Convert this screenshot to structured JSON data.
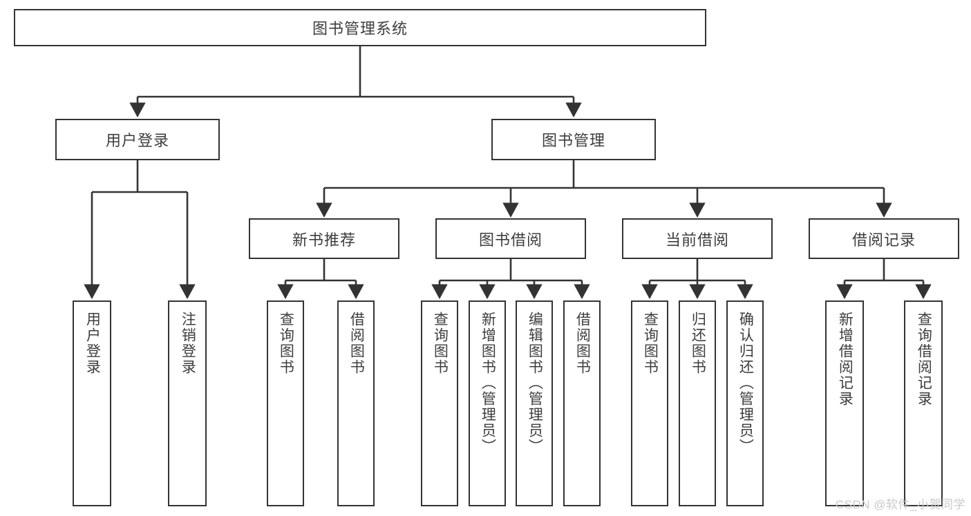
{
  "diagram": {
    "title": "图书管理系统",
    "watermark": "CSDN @软件_小贺同学",
    "accent_color": "#333333",
    "box_fill": "#ffffff",
    "text_color": "#3d3d3d",
    "levels": {
      "root": {
        "label": "图书管理系统"
      },
      "level2": [
        {
          "label": "用户登录"
        },
        {
          "label": "图书管理"
        }
      ],
      "level3": [
        {
          "label": "新书推荐"
        },
        {
          "label": "图书借阅"
        },
        {
          "label": "当前借阅"
        },
        {
          "label": "借阅记录"
        }
      ],
      "leaves": [
        {
          "label": "用户登录",
          "parent": "用户登录"
        },
        {
          "label": "注销登录",
          "parent": "用户登录"
        },
        {
          "label": "查询图书",
          "parent": "新书推荐"
        },
        {
          "label": "借阅图书",
          "parent": "新书推荐"
        },
        {
          "label": "查询图书",
          "parent": "图书借阅"
        },
        {
          "label": "新增图书（管理员）",
          "parent": "图书借阅"
        },
        {
          "label": "编辑图书（管理员）",
          "parent": "图书借阅"
        },
        {
          "label": "借阅图书",
          "parent": "图书借阅"
        },
        {
          "label": "查询图书",
          "parent": "当前借阅"
        },
        {
          "label": "归还图书",
          "parent": "当前借阅"
        },
        {
          "label": "确认归还（管理员）",
          "parent": "当前借阅"
        },
        {
          "label": "新增借阅记录",
          "parent": "借阅记录"
        },
        {
          "label": "查询借阅记录",
          "parent": "借阅记录"
        }
      ]
    }
  }
}
